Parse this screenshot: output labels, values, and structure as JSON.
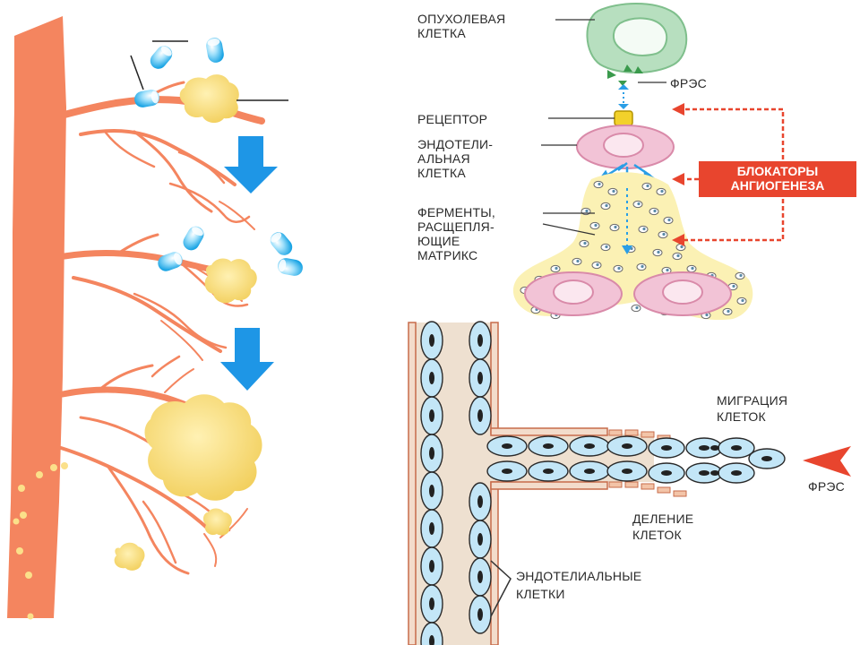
{
  "labels": {
    "tumor_cell": [
      "ОПУХОЛЕВАЯ",
      "КЛЕТКА"
    ],
    "fres_top": "ФРЭС",
    "receptor": "РЕЦЕПТОР",
    "endothelial_cell": [
      "ЭНДОТЕЛИ-",
      "АЛЬНАЯ",
      "КЛЕТКА"
    ],
    "angiogenesis_blockers": [
      "БЛОКАТОРЫ",
      "АНГИОГЕНЕЗА"
    ],
    "enzymes": [
      "ФЕРМЕНТЫ,",
      "РАСЩЕПЛЯ-",
      "ЮЩИЕ",
      "МАТРИКС"
    ],
    "cell_migration": [
      "МИГРАЦИЯ",
      "КЛЕТОК"
    ],
    "fres_right": "ФРЭС",
    "cell_division": [
      "ДЕЛЕНИЕ",
      "КЛЕТОК"
    ],
    "endothelial_cells": [
      "ЭНДОТЕЛИАЛЬНЫЕ",
      "КЛЕТКИ"
    ]
  },
  "colors": {
    "vessel": "#f4855f",
    "vessel_dark": "#e86e48",
    "tumor_yellow": "#f7df84",
    "tumor_yellow_dark": "#efcb55",
    "blue_arrow": "#1e96e6",
    "red": "#e8452e",
    "cell_pink": "#f2c3d6",
    "tumor_green": "#b7dfbf",
    "endo_cell": "#c3e6f7",
    "tube_wall": "#ecd7c3"
  },
  "icons": [
    "blue-down-arrow-icon",
    "vegf-molecule-icon",
    "red-arrow-icon"
  ]
}
